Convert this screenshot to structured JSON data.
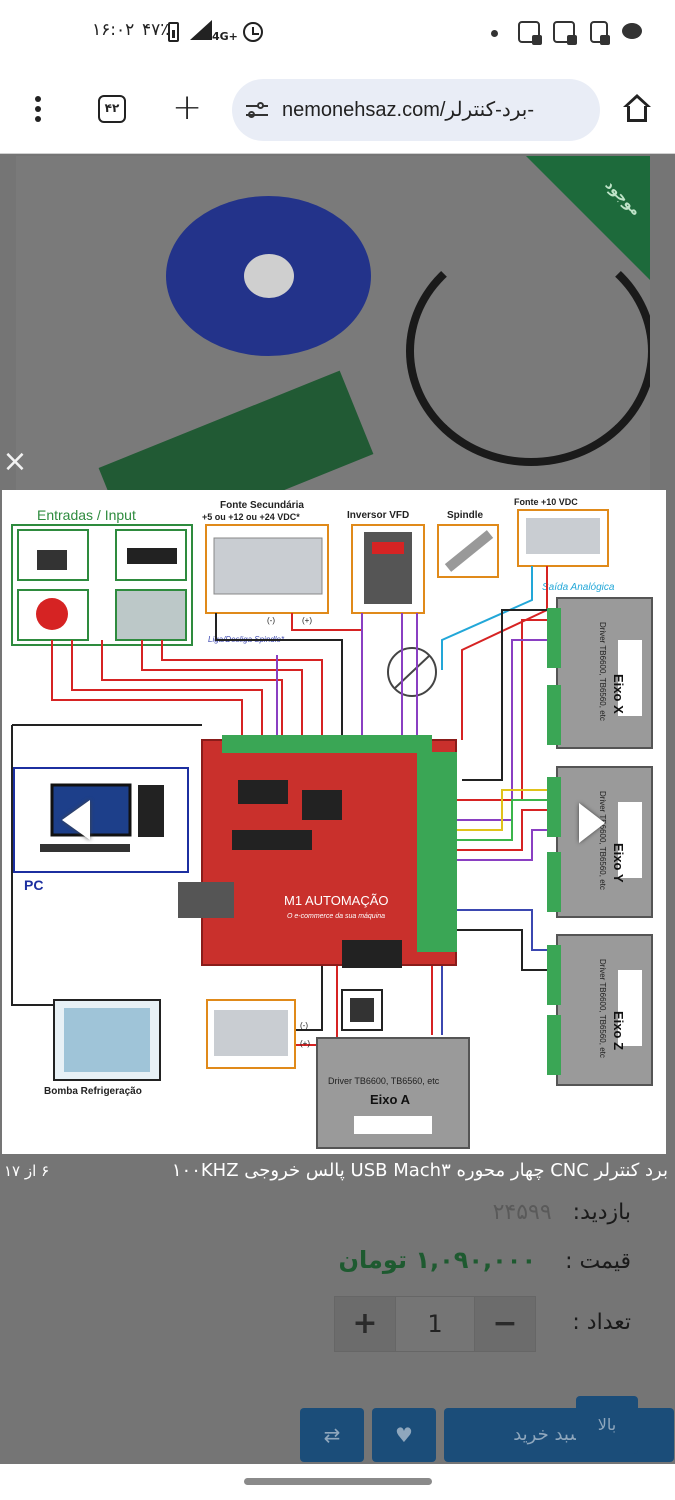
{
  "status_bar": {
    "time": "۱۶:۰۲",
    "battery": "۴۷٪",
    "network": "4G+"
  },
  "browser": {
    "url": "nemonehsaz.com/برد-کنترلر-",
    "tab_count": "۴۲"
  },
  "page": {
    "stock_badge": "موجود"
  },
  "lightbox": {
    "counter": "۶ از ۱۷",
    "caption": "برد کنترلر CNC چهار محوره USB Mach۳ پالس خروجی ۱۰۰KHZ",
    "diagram": {
      "inputs_label": "Entradas / Input",
      "fonte_sec_title": "Fonte Secundária",
      "fonte_sec_sub": "+5 ou +12 ou +24 VDC*",
      "vfd_label": "Inversor VFD",
      "spindle_label": "Spindle",
      "fonte10_label": "Fonte +10 VDC",
      "saida_label": "Saída Analógica",
      "liga_label": "Liga/Desliga Spindle*",
      "pc_label": "PC",
      "bomba_label": "Bomba Refrigeração",
      "brand_label": "M1 AUTOMAÇÃO",
      "brand_sub": "O e-commerce da sua máquina",
      "driver_text": "Driver TB6600, TB6560, etc",
      "eixo_x": "Eixo X",
      "eixo_y": "Eixo Y",
      "eixo_z": "Eixo Z",
      "eixo_a": "Eixo A",
      "minus": "(-)",
      "plus": "(+)"
    }
  },
  "product": {
    "visits_label": "بازدید:",
    "visits_value": "۲۴۵۹۹",
    "price_label": "قیمت :",
    "price_value": "۱,۰۹۰,۰۰۰ تومان",
    "qty_label": "تعداد :",
    "qty_value": "1",
    "qty_plus": "+",
    "qty_minus": "−",
    "add_to_cart": "به سبد خرید",
    "back_to_top": "بالا"
  }
}
